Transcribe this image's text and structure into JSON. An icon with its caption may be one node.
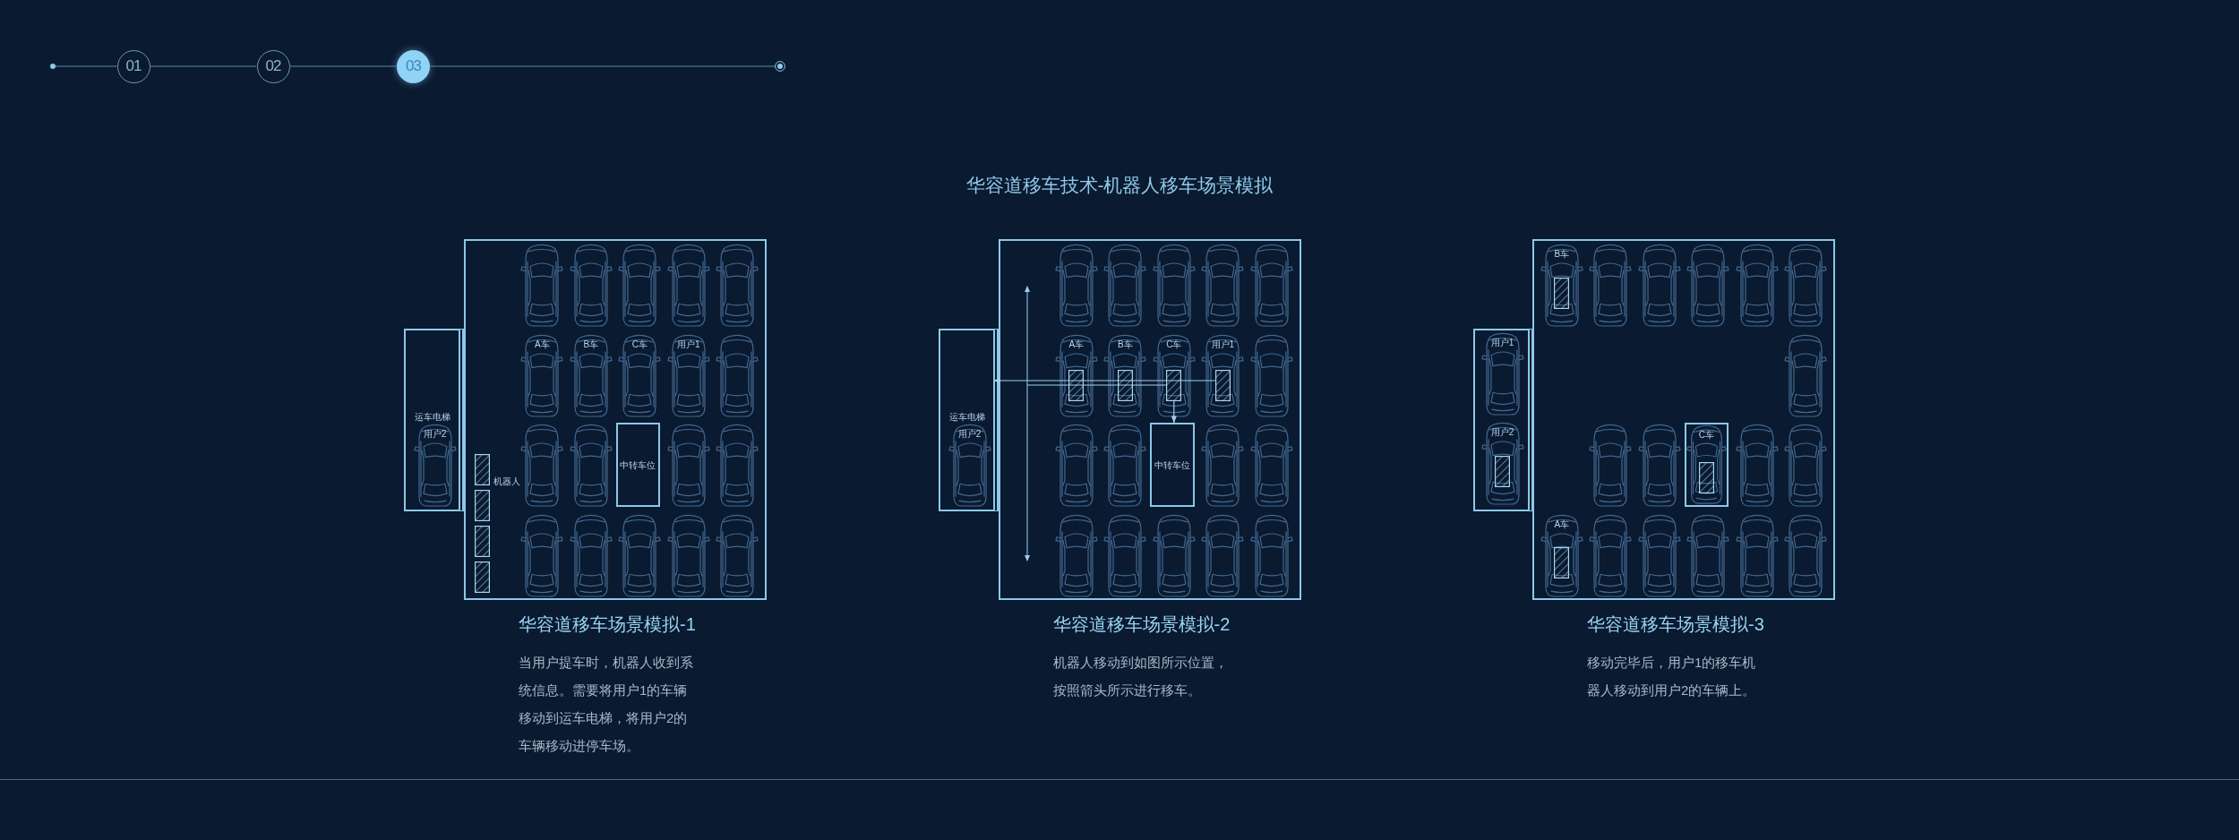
{
  "diagram": {
    "title": "华容道移车技术-机器人移车场景模拟",
    "nodes": [
      {
        "text": [],
        "shape": "circle"
      },
      {
        "text": [
          "01"
        ]
      },
      {
        "text": [
          "02"
        ]
      },
      {
        "text": [
          "03"
        ]
      },
      {
        "text": [],
        "shape": "circle"
      },
      {
        "text": [
          "华容道移车场景模拟-1"
        ]
      },
      {
        "text": [
          "A车"
        ],
        "in": 5
      },
      {
        "text": [
          "B车"
        ],
        "in": 5
      },
      {
        "text": [
          "C车"
        ],
        "in": 5
      },
      {
        "text": [
          "用户1"
        ],
        "in": 5
      },
      {
        "text": [
          "中转车位"
        ],
        "in": 5
      },
      {
        "text": [],
        "shape": "box",
        "in": 5,
        "beside": [
          "机器人"
        ]
      },
      {
        "text": [],
        "shape": "box",
        "in": 5
      },
      {
        "text": [],
        "shape": "box",
        "in": 5
      },
      {
        "text": [],
        "shape": "box",
        "in": 5
      },
      {
        "text": [
          "运车电梯"
        ]
      },
      {
        "text": [
          "用户2"
        ],
        "in": 15
      },
      {
        "text": [
          "华容道移车场景模拟-2"
        ]
      },
      {
        "text": [
          "A车"
        ],
        "in": 17
      },
      {
        "text": [],
        "shape": "box",
        "in": 18
      },
      {
        "text": [
          "B车"
        ],
        "in": 17
      },
      {
        "text": [],
        "shape": "box",
        "in": 20
      },
      {
        "text": [
          "C车"
        ],
        "in": 17
      },
      {
        "text": [],
        "shape": "box",
        "in": 22
      },
      {
        "text": [
          "用户1"
        ],
        "in": 17
      },
      {
        "text": [],
        "shape": "box",
        "in": 24
      },
      {
        "text": [
          "中转车位"
        ],
        "in": 17
      },
      {
        "text": [
          "运车电梯"
        ]
      },
      {
        "text": [
          "用户2"
        ],
        "in": 27
      },
      {
        "text": [
          "华容道移车场景模拟-3"
        ]
      },
      {
        "text": [
          "B车"
        ],
        "in": 29
      },
      {
        "text": [],
        "shape": "box",
        "in": 30
      },
      {
        "text": [],
        "shape": "box",
        "in": 29
      },
      {
        "text": [
          "C车"
        ],
        "in": 32
      },
      {
        "text": [],
        "shape": "box",
        "in": 33
      },
      {
        "text": [
          "A车"
        ],
        "in": 29
      },
      {
        "text": [],
        "shape": "box",
        "in": 35
      },
      {
        "text": [],
        "shape": "box"
      },
      {
        "text": [
          "用户1"
        ],
        "in": 37
      },
      {
        "text": [
          "用户2"
        ],
        "in": 37
      },
      {
        "text": [],
        "shape": "box",
        "in": 39
      }
    ],
    "edges": [
      {
        "from": 0,
        "to": 1,
        "arrow": "none"
      },
      {
        "from": 1,
        "to": 2,
        "arrow": "none"
      },
      {
        "from": 2,
        "to": 3,
        "arrow": "none"
      },
      {
        "from": 3,
        "to": 4,
        "arrow": "none"
      },
      {
        "from": 25,
        "to": 27,
        "arrow": "to"
      },
      {
        "from": null,
        "to": 23,
        "arrow": "none"
      },
      {
        "from": 23,
        "to": 26,
        "arrow": "to"
      }
    ],
    "labels": [
      "当用户提车时，机器人收到系统信息。需要将用户1的车辆移动到运车电梯，将用户2的车辆移动进停车场。",
      "机器人移动到如图所示位置，按照箭头所示进行移车。",
      "移动完毕后，用户1的移车机器人移动到用户2的车辆上。"
    ]
  }
}
